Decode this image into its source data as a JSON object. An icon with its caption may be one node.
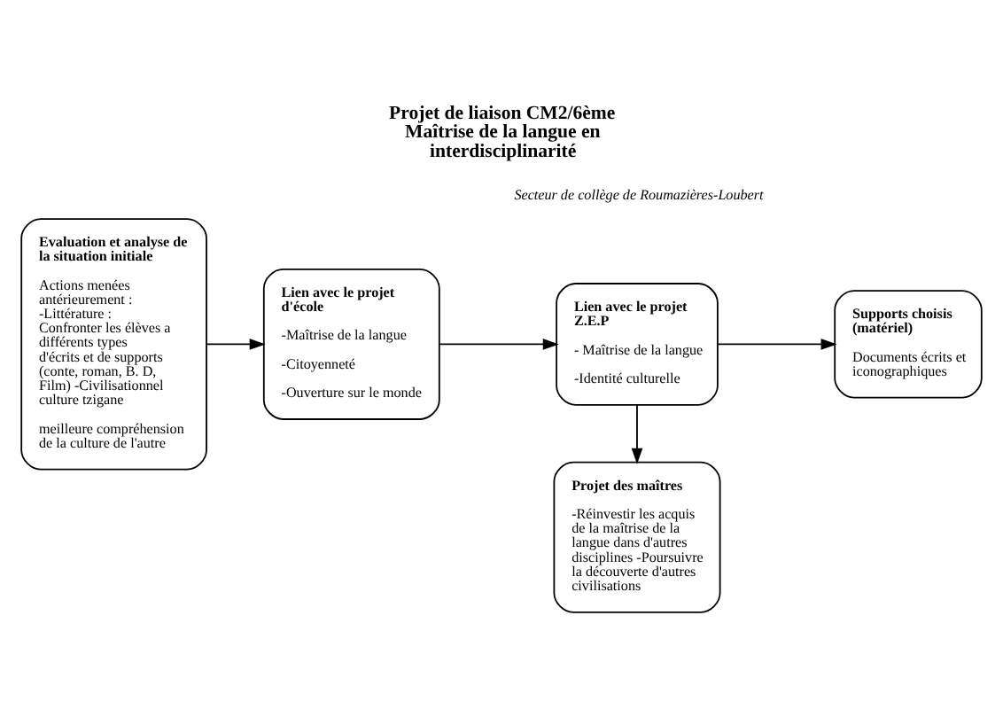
{
  "diagram": {
    "title": "Projet de liaison CM2/6ème Maîtrise de la langue en interdisciplinarité",
    "nodes": [
      {
        "text": [
          "Evaluation et analyse de la situation initiale",
          "Actions menées antérieurement : -Littérature : Confronter les élèves a différents types d'écrits et de supports (conte, roman, B. D, Film) -Civilisationnel culture tzigane",
          "meilleure compréhension de la culture de l'autre"
        ]
      },
      {
        "text": [
          "Lien avec le projet d'école",
          "-Maîtrise de la langue",
          "-Citoyenneté",
          "-Ouverture sur le monde"
        ]
      },
      {
        "text": [
          "Lien avec le projet Z.E.P",
          "- Maîtrise de la langue",
          "-Identité culturelle"
        ]
      },
      {
        "text": [
          "Supports choisis (matériel)",
          "Documents écrits et iconographiques"
        ]
      },
      {
        "text": [
          "Projet des maîtres",
          "-Réinvestir les acquis de la maîtrise de la langue dans d'autres disciplines -Poursuivre la découverte d'autres civilisations"
        ]
      }
    ],
    "edges": [
      {
        "from": 0,
        "to": 1,
        "arrow": "to"
      },
      {
        "from": 1,
        "to": 2,
        "arrow": "to"
      },
      {
        "from": 2,
        "to": 3,
        "arrow": "to"
      },
      {
        "from": 2,
        "to": 4,
        "arrow": "to"
      }
    ],
    "labels": [
      "Secteur de collège de Roumazières-Loubert"
    ]
  }
}
